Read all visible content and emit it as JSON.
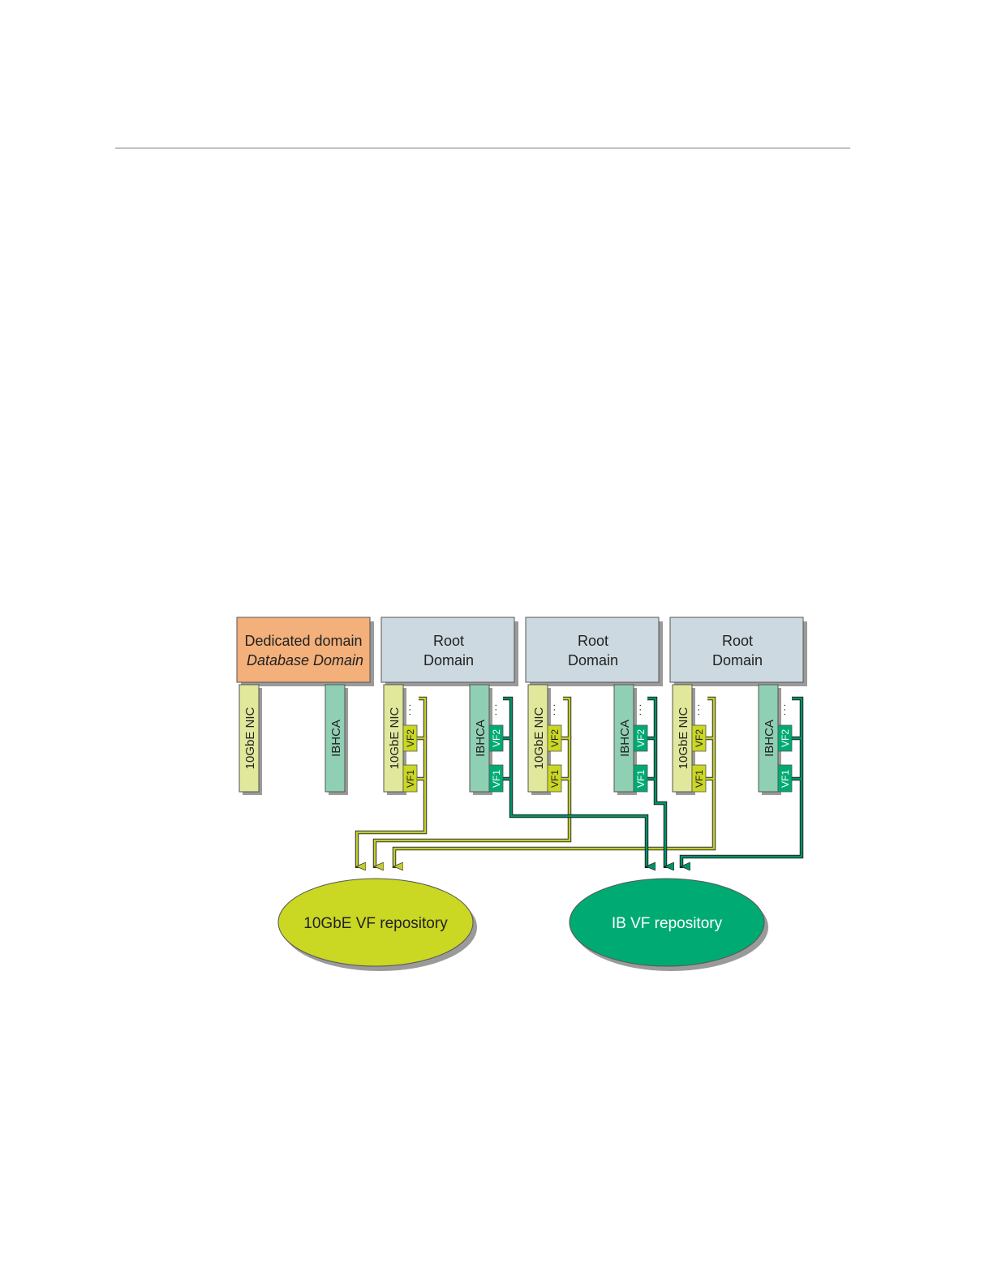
{
  "colors": {
    "dedicated_fill": "#f3b07b",
    "root_fill": "#cdd9e0",
    "nic_fill": "#e1e89c",
    "ibhca_fill": "#8fcfb3",
    "nic_vf_fill": "#cad723",
    "ib_vf_fill": "#00ab73",
    "nic_line": "#c2cd2c",
    "ib_line": "#00936a",
    "ethernet_repo_fill": "#cad723",
    "ib_repo_fill": "#00ab73"
  },
  "dedicated_domain": {
    "line1": "Dedicated domain",
    "line2": "Database Domain",
    "nic_label": "10GbE NIC",
    "ibhca_label": "IBHCA"
  },
  "root_domains": [
    {
      "line1": "Root",
      "line2": "Domain",
      "nic_label": "10GbE NIC",
      "ibhca_label": "IBHCA",
      "nic_vfs": [
        "VF2",
        "VF1"
      ],
      "ib_vfs": [
        "VF2",
        "VF1"
      ],
      "dots": "..."
    },
    {
      "line1": "Root",
      "line2": "Domain",
      "nic_label": "10GbE NIC",
      "ibhca_label": "IBHCA",
      "nic_vfs": [
        "VF2",
        "VF1"
      ],
      "ib_vfs": [
        "VF2",
        "VF1"
      ],
      "dots": "..."
    },
    {
      "line1": "Root",
      "line2": "Domain",
      "nic_label": "10GbE NIC",
      "ibhca_label": "IBHCA",
      "nic_vfs": [
        "VF2",
        "VF1"
      ],
      "ib_vfs": [
        "VF2",
        "VF1"
      ],
      "dots": "..."
    }
  ],
  "repositories": {
    "ethernet": "10GbE VF repository",
    "ib": "IB VF repository"
  }
}
